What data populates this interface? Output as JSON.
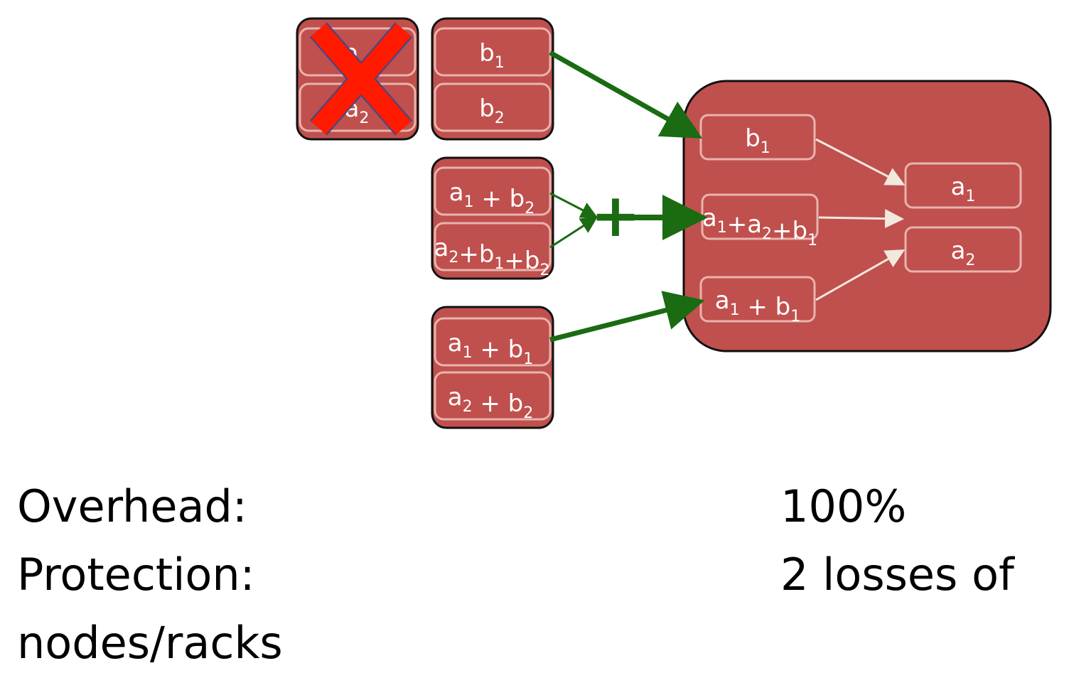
{
  "diagram": {
    "colors": {
      "block_fill": "#c0504d",
      "block_stroke": "#e8b4ae",
      "node_stroke": "#111111",
      "arrow_green": "#1a6b12",
      "arrow_light": "#f1e9dd",
      "cross_red": "#ff1a00",
      "cross_outline": "#3b4a8c"
    },
    "nodes": {
      "node_a": {
        "blocks": [
          {
            "base": "a",
            "sub": ""
          },
          {
            "base": "a",
            "sub": "2"
          }
        ],
        "failed": true
      },
      "node_b": {
        "blocks": [
          {
            "base": "b",
            "sub": "1"
          },
          {
            "base": "b",
            "sub": "2"
          }
        ]
      },
      "node_p1": {
        "blocks": [
          [
            {
              "base": "a",
              "sub": "1"
            },
            {
              "base": " + b",
              "sub": "2"
            }
          ],
          [
            {
              "base": "a",
              "sub": "2"
            },
            {
              "base": "+b",
              "sub": "1"
            },
            {
              "base": "+b",
              "sub": "2"
            }
          ]
        ]
      },
      "node_p2": {
        "blocks": [
          [
            {
              "base": "a",
              "sub": "1"
            },
            {
              "base": " + b",
              "sub": "1"
            }
          ],
          [
            {
              "base": "a",
              "sub": "2"
            },
            {
              "base": " + b",
              "sub": "2"
            }
          ]
        ]
      },
      "recovery": {
        "inputs": [
          [
            {
              "base": "b",
              "sub": "1"
            }
          ],
          [
            {
              "base": "a",
              "sub": "1"
            },
            {
              "base": "+a",
              "sub": "2"
            },
            {
              "base": "+b",
              "sub": "1"
            }
          ],
          [
            {
              "base": "a",
              "sub": "1"
            },
            {
              "base": " + b",
              "sub": "1"
            }
          ]
        ],
        "outputs": [
          [
            {
              "base": "a",
              "sub": "1"
            }
          ],
          [
            {
              "base": "a",
              "sub": "2"
            }
          ]
        ]
      }
    },
    "plus_symbol": "+"
  },
  "stats": {
    "overhead_label": "Overhead:",
    "overhead_value": "100%",
    "protection_label": "Protection:",
    "protection_value": "2 losses of",
    "protection_cont": "nodes/racks"
  }
}
